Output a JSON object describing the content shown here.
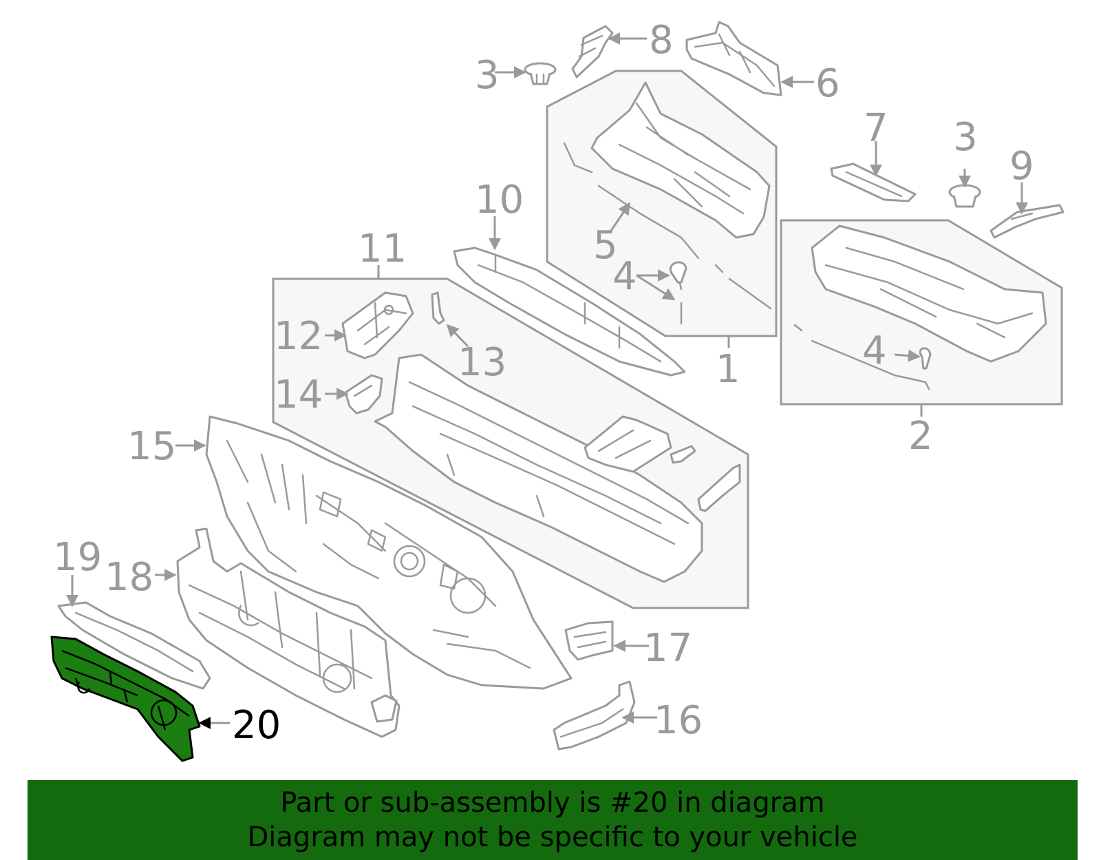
{
  "callouts": {
    "c1": "1",
    "c2": "2",
    "c3a": "3",
    "c3b": "3",
    "c4a": "4",
    "c4b": "4",
    "c5": "5",
    "c6": "6",
    "c7": "7",
    "c8": "8",
    "c9": "9",
    "c10": "10",
    "c11": "11",
    "c12": "12",
    "c13": "13",
    "c14": "14",
    "c15": "15",
    "c16": "16",
    "c17": "17",
    "c18": "18",
    "c19": "19",
    "c20": "20"
  },
  "highlight": {
    "part": "20",
    "color": "#1b7d12"
  },
  "banner": {
    "line1": "Part or sub-assembly is #20 in diagram",
    "line2": "Diagram may not be specific to your vehicle",
    "color": "#136b0d"
  }
}
